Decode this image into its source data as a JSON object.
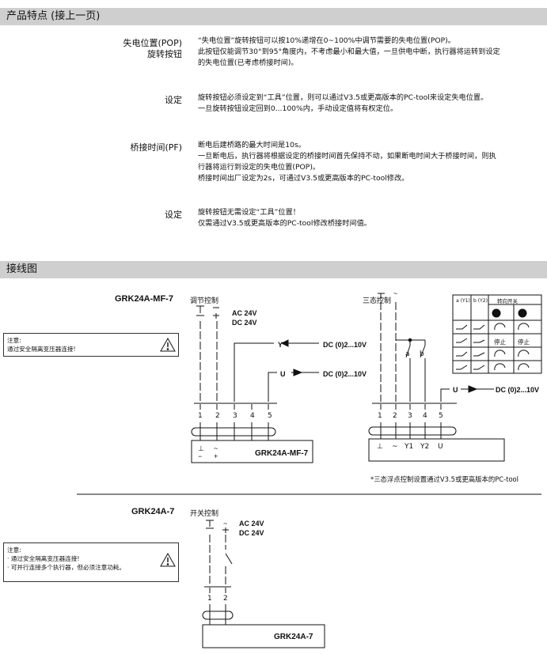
{
  "header1": "产品特点 (接上一页)",
  "header2": "接线图",
  "features": [
    {
      "label1": "失电位置(POP)",
      "label2": "旋转按钮",
      "lines": [
        "“失电位置”旋转按钮可以按10%递增在0~100%中调节需要的失电位置(POP)。",
        "此按钮仅能调节30°到95°角度内，不考虑最小和最大值，一旦供电中断，执行器将运转到设定",
        "的失电位置(已考虑桥接时间)。"
      ]
    },
    {
      "label1": "设定",
      "lines": [
        "旋转按钮必须设定到“工具”位置，则可以通过V3.5或更高版本的PC-tool来设定失电位置。",
        "一旦旋转按钮设定回到0...100%内，手动设定值将有权定位。"
      ]
    },
    {
      "label1": "桥接时间(PF)",
      "lines": [
        "断电后建桥路的最大时间是10s。",
        "一旦断电后，执行器将根据设定的桥接时间首先保持不动，如果断电时间大于桥接时间，则执",
        "行器将运行到设定的失电位置(POP)。",
        "桥接时间出厂设定为2s，可通过V3.5或更高版本的PC-tool修改。"
      ]
    },
    {
      "label1": "设定",
      "lines": [
        "旋转按钮无需设定“工具”位置！",
        "仅需通过V3.5或更高版本的PC-tool修改桥接时间值。"
      ]
    }
  ],
  "diagram1": {
    "model": "GRK24A-MF-7",
    "title": "调节控制",
    "supply1": "AC 24V",
    "supply2": "DC 24V",
    "signal_y": "Y",
    "signal_u": "U",
    "signal_range": "DC (0)2...10V",
    "terminals": [
      "1",
      "2",
      "3",
      "4",
      "5"
    ],
    "box_model": "GRK24A-MF-7",
    "note_title": "注意:",
    "note_lines": [
      "通过安全隔离变压器连接!"
    ]
  },
  "diagram2": {
    "title": "三态控制",
    "terminals": [
      "1",
      "2",
      "3",
      "4",
      "5"
    ],
    "box_labels": [
      "⊥",
      "~",
      "Y1",
      "Y2",
      "U"
    ],
    "switch_a": "a",
    "switch_b": "b",
    "signal_u": "U",
    "signal_range": "DC (0)2...10V",
    "table_head": [
      "a (Y1)",
      "b (Y2)",
      "转向开关"
    ],
    "stop": "停止",
    "footnote": "*三态浮点控制设置通过V3.5或更高版本的PC-tool"
  },
  "diagram3": {
    "model": "GRK24A-7",
    "title": "开关控制",
    "supply1": "AC 24V",
    "supply2": "DC 24V",
    "terminals": [
      "1",
      "2"
    ],
    "box_model": "GRK24A-7",
    "note_title": "注意:",
    "note_lines": [
      "· 通过安全隔离变压器连接!",
      "· 可并行连接多个执行器，但必须注意功耗。"
    ]
  }
}
